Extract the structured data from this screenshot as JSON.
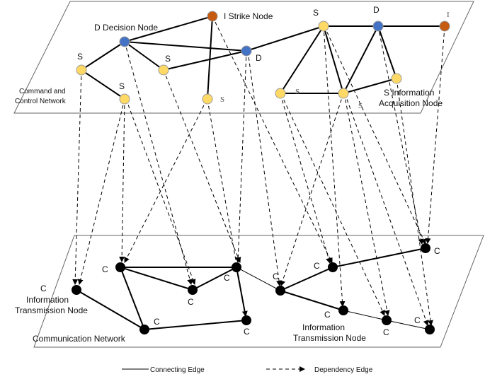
{
  "colors": {
    "decision": "#4472c4",
    "strike": "#c55a11",
    "sensor": "#ffd966",
    "comm": "#000000",
    "edge": "#000000"
  },
  "top_network": {
    "name_line1": "Command and",
    "name_line2": "Control Network"
  },
  "bottom_network": {
    "name": "Communication Network"
  },
  "node_labels": {
    "decision_node": "D Decision Node",
    "strike_node": "I Strike Node",
    "info_acq_line1": "S Information",
    "info_acq_line2": "Acquisition Node",
    "info_trans_left_c": "C",
    "info_trans_left_line1": "Information",
    "info_trans_left_line2": "Transmission Node",
    "info_trans_right_line1": "Information",
    "info_trans_right_line2": "Transmission Node"
  },
  "letters": {
    "s": "S",
    "d": "D",
    "i": "I",
    "c": "C"
  },
  "legend": {
    "connecting_edge": "Connecting Edge",
    "dependency_edge": "Dependency Edge"
  }
}
